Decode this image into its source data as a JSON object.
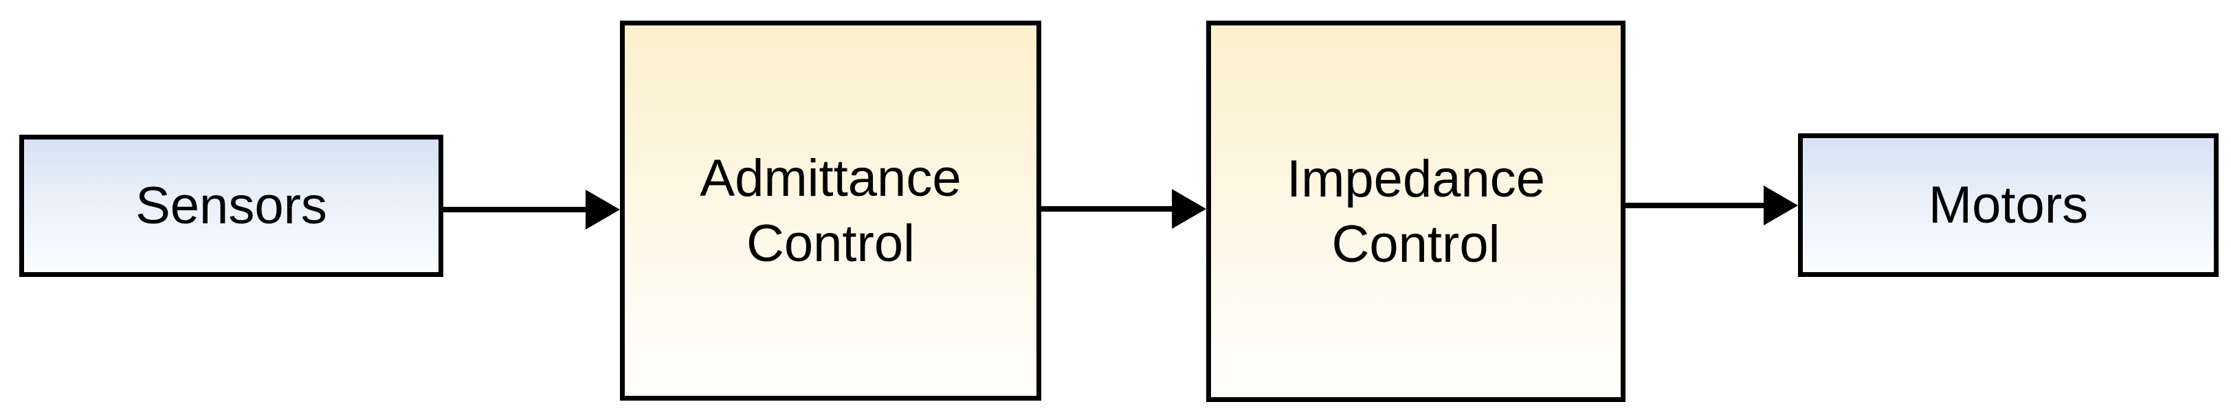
{
  "diagram": {
    "type": "block-diagram",
    "background_color": "#ffffff",
    "nodes": [
      {
        "id": "sensors",
        "label": "Sensors",
        "shape": "rectangle",
        "fill_style": "blue-gradient",
        "fill_top": "#d5e2f4",
        "fill_bottom": "#fbfdff",
        "border_color": "#000000",
        "text_color": "#000000"
      },
      {
        "id": "admittance-control",
        "label": "Admittance\nControl",
        "shape": "rectangle",
        "fill_style": "yellow-gradient",
        "fill_top": "#fcf0cd",
        "fill_bottom": "#fffdf8",
        "border_color": "#000000",
        "text_color": "#000000"
      },
      {
        "id": "impedance-control",
        "label": "Impedance\nControl",
        "shape": "rectangle",
        "fill_style": "yellow-gradient",
        "fill_top": "#fcf0cd",
        "fill_bottom": "#fffdf8",
        "border_color": "#000000",
        "text_color": "#000000"
      },
      {
        "id": "motors",
        "label": "Motors",
        "shape": "rectangle",
        "fill_style": "blue-gradient",
        "fill_top": "#d5e2f4",
        "fill_bottom": "#fbfdff",
        "border_color": "#000000",
        "text_color": "#000000"
      }
    ],
    "edges": [
      {
        "from": "sensors",
        "to": "admittance-control",
        "style": "solid",
        "arrowhead": "filled-triangle",
        "direction": "right",
        "color": "#000000"
      },
      {
        "from": "admittance-control",
        "to": "impedance-control",
        "style": "solid",
        "arrowhead": "filled-triangle",
        "direction": "right",
        "color": "#000000"
      },
      {
        "from": "impedance-control",
        "to": "motors",
        "style": "solid",
        "arrowhead": "filled-triangle",
        "direction": "right",
        "color": "#000000"
      }
    ]
  }
}
